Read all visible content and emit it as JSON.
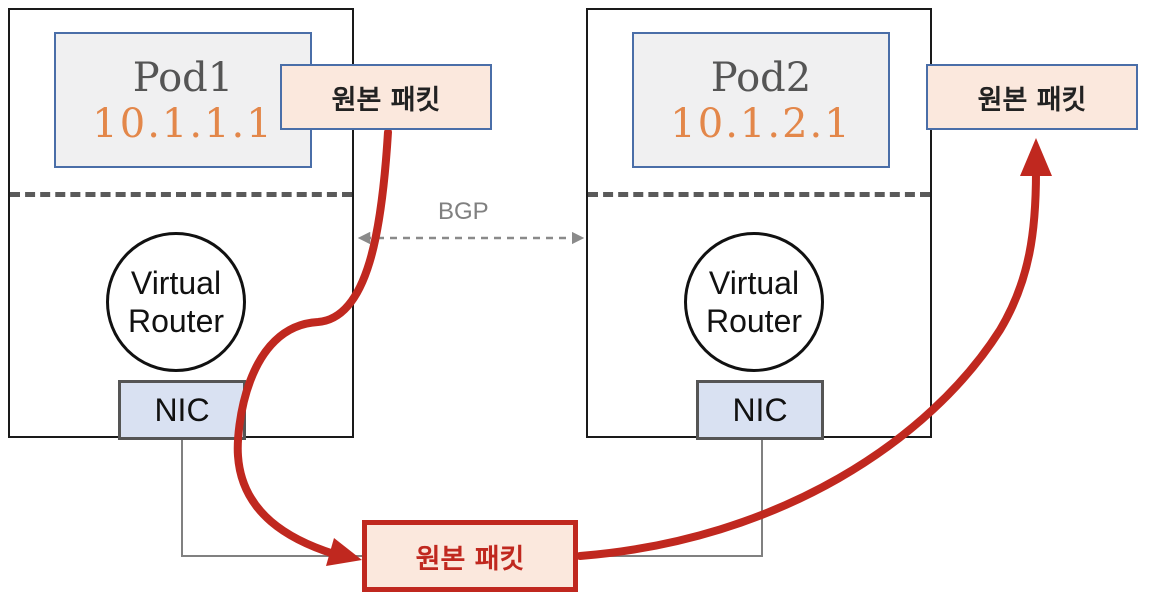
{
  "hosts": [
    {
      "pod": {
        "name": "Pod1",
        "ip": "10.1.1.1"
      },
      "router": {
        "line1": "Virtual",
        "line2": "Router"
      },
      "nic": "NIC",
      "packet": "원본 패킷"
    },
    {
      "pod": {
        "name": "Pod2",
        "ip": "10.1.2.1"
      },
      "router": {
        "line1": "Virtual",
        "line2": "Router"
      },
      "nic": "NIC",
      "packet": "원본 패킷"
    }
  ],
  "bgp": {
    "label": "BGP"
  },
  "wire_packet": {
    "label": "원본 패킷"
  },
  "colors": {
    "flow_arrow": "#c0281f",
    "pod_ip": "#e3874a",
    "packet_fill": "#fbe8dd",
    "nic_fill": "#d9e1f2",
    "pod_border": "#4a6ea8",
    "bgp": "#808080"
  }
}
